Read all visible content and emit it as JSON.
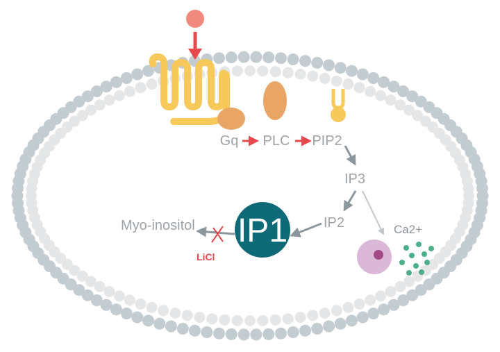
{
  "labels": {
    "gq": "Gq",
    "plc": "PLC",
    "pip2": "PIP2",
    "ip3": "IP3",
    "ip2": "IP2",
    "ip1": "IP1",
    "myo_inositol": "Myo-inositol",
    "licl": "LiCl",
    "ca2": "Ca2+"
  },
  "colors": {
    "membrane_outer": "#c3ccd1",
    "membrane_inner": "#e4e6e8",
    "ligand": "#f08a7e",
    "activation_arrow": "#e5484d",
    "receptor": "#f7c85a",
    "gq_protein": "#e8a566",
    "plc_protein": "#e8a566",
    "pip2_head": "#f7c85a",
    "pathway_arrow": "#8b969d",
    "ip1_circle": "#0f6a78",
    "er": "#dbb8d7",
    "er_nucleus": "#a14a86",
    "calcium": "#4caf8a",
    "inhibition": "#e5484d",
    "text": "#9ea3a8"
  }
}
